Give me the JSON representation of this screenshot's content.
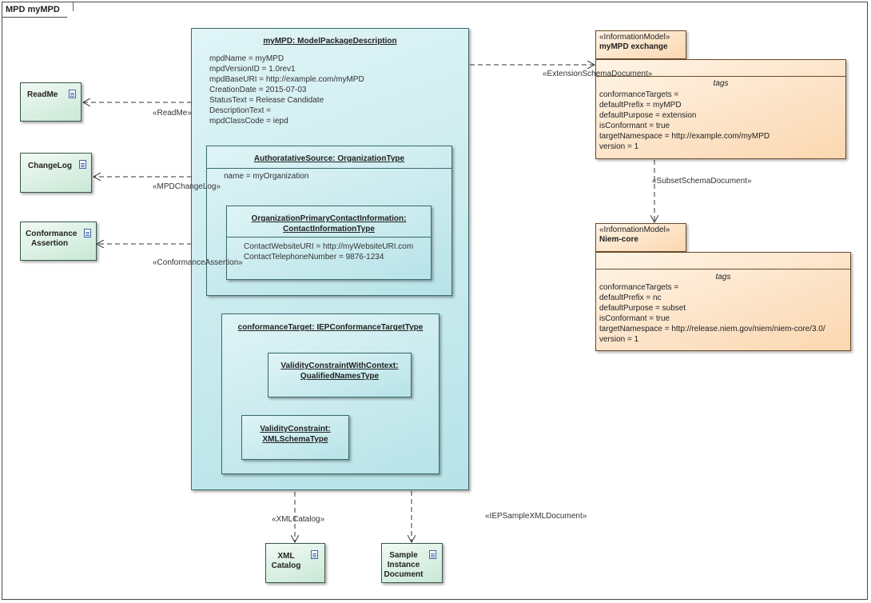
{
  "diagram": {
    "frame_title": "MPD myMPD",
    "main_object": {
      "title": "myMPD: ModelPackageDescription",
      "attributes": [
        "mpdName = myMPD",
        "mpdVersionID = 1.0rev1",
        "mpdBaseURI = http://example.com/myMPD",
        "CreationDate = 2015-07-03",
        "StatusText = Release Candidate",
        "DescriptionText =",
        "mpdClassCode = iepd"
      ]
    },
    "source_object": {
      "title": "AuthoratativeSource: OrganizationType",
      "attributes": [
        "name = myOrganization"
      ]
    },
    "contact_object": {
      "title_line1": "OrganizationPrimaryContactInformation:",
      "title_line2": "ContactInformationType",
      "attributes": [
        "ContactWebsiteURI = http://myWebsiteURI.com",
        "ContactTelephoneNumber = 9876-1234"
      ]
    },
    "conformance_target": {
      "title": "conformanceTarget: IEPConformanceTargetType"
    },
    "validity_context": {
      "title_line1": "ValidityConstraintWithContext:",
      "title_line2": "QualifiedNamesType"
    },
    "validity_constraint": {
      "title_line1": "ValidityConstraint:",
      "title_line2": "XMLSchemaType"
    },
    "documents": {
      "readme": "ReadMe",
      "changelog": "ChangeLog",
      "conformance_line1": "Conformance",
      "conformance_line2": "Assertion",
      "xml_catalog_line1": "XML",
      "xml_catalog_line2": "Catalog",
      "sample_line1": "Sample",
      "sample_line2": "Instance",
      "sample_line3": "Document"
    },
    "packages": {
      "exchange": {
        "stereotype": "«InformationModel»",
        "name": "myMPD exchange",
        "tags_header": "tags",
        "tags": [
          "conformanceTargets =",
          "defaultPrefix = myMPD",
          "defaultPurpose = extension",
          "isConformant = true",
          "targetNamespace = http://example.com/myMPD",
          "version = 1"
        ]
      },
      "niem_core": {
        "stereotype": "«InformationModel»",
        "name": "Niem-core",
        "tags_header": "tags",
        "tags": [
          "conformanceTargets =",
          "defaultPrefix = nc",
          "defaultPurpose = subset",
          "isConformant = true",
          "targetNamespace = http://release.niem.gov/niem/niem-core/3.0/",
          "version = 1"
        ]
      }
    },
    "connector_labels": {
      "readme": "«ReadMe»",
      "changelog": "«MPDChangeLog»",
      "conformance": "«ConformanceAssertion»",
      "extension_schema": "«ExtensionSchemaDocument»",
      "subset_schema": "«SubsetSchemaDocument»",
      "xml_catalog": "«XMLCatalog»",
      "sample_xml": "«IEPSampleXMLDocument»"
    }
  }
}
